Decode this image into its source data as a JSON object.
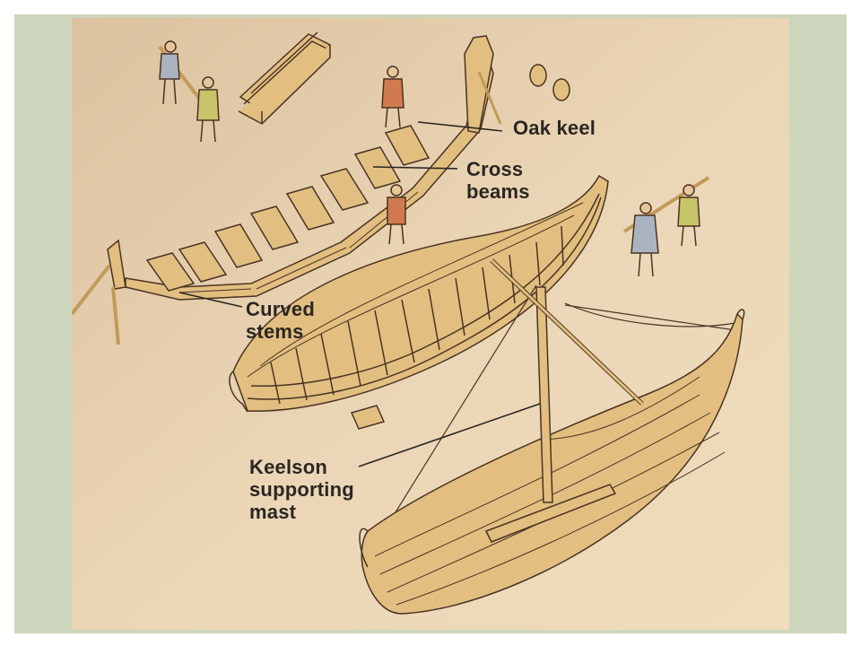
{
  "diagram": {
    "background_color": "#e9d3b3",
    "frame_color": "#cdd5bd",
    "wood_color": "#e2bf80",
    "ink_color": "#4a3222",
    "labels": {
      "oak_keel": "Oak keel",
      "cross_beams": "Cross\nbeams",
      "curved_stems": "Curved\nstems",
      "keelson": "Keelson\nsupporting\nmast"
    }
  }
}
